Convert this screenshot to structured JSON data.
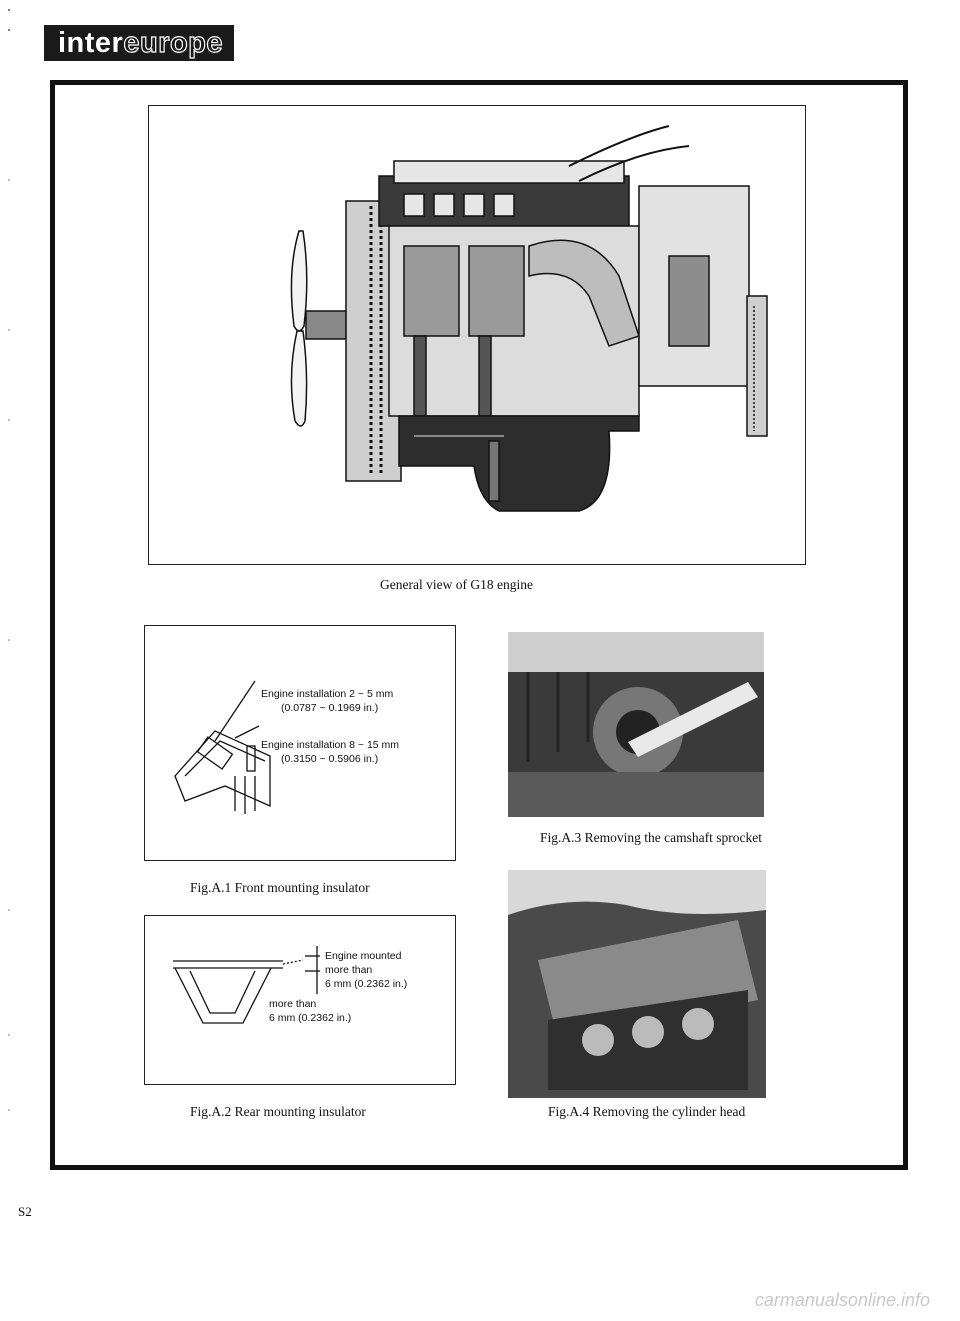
{
  "header": {
    "logo_inter": "inter",
    "logo_europe": "europe"
  },
  "figures": {
    "main": {
      "caption": "General view of G18 engine"
    },
    "fig_a1": {
      "caption": "Fig.A.1  Front mounting insulator",
      "spec1_line1": "Engine installation 2 ~ 5 mm",
      "spec1_line2": "(0.0787 ~ 0.1969 in.)",
      "spec2_line1": "Engine installation 8 ~ 15 mm",
      "spec2_line2": "(0.3150 ~ 0.5906 in.)"
    },
    "fig_a2": {
      "caption": "Fig.A.2  Rear mounting insulator",
      "spec1_line1": "Engine mounted",
      "spec1_line2": "more than",
      "spec1_line3": "6 mm (0.2362 in.)",
      "spec2_line1": "more than",
      "spec2_line2": "6 mm (0.2362 in.)"
    },
    "fig_a3": {
      "caption": "Fig.A.3  Removing the camshaft sprocket"
    },
    "fig_a4": {
      "caption": "Fig.A.4  Removing the cylinder head"
    }
  },
  "page_number": "S2",
  "footer": {
    "url": "carmanualsonline.info"
  }
}
